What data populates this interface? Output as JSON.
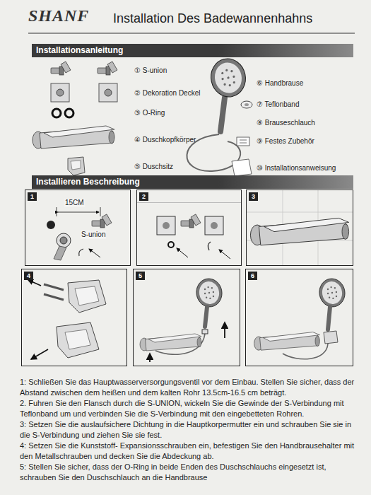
{
  "diagram": {
    "title": "Installation Des Badewannenhahns",
    "nodes": [
      {
        "text": [
          "Installationsanleitung"
        ]
      },
      {
        "text": [
          "Installieren Beschreibung"
        ]
      },
      {
        "text": [
          "1",
          "15CM",
          "S-union"
        ]
      },
      {
        "text": [
          "2"
        ]
      },
      {
        "text": [
          "3"
        ]
      },
      {
        "text": [
          "4"
        ]
      },
      {
        "text": [
          "5"
        ]
      },
      {
        "text": [
          "6"
        ]
      }
    ],
    "labels": [
      "SHANF",
      "① S-union",
      "② Dekoration Deckel",
      "③ O-Ring",
      "④ Duschkopfkörper",
      "⑤ Duschsitz",
      "⑥ Handbrause",
      "⑦ Teflonband",
      "⑧ Brauseschlauch",
      "⑨ Festes Zubehör",
      "⑩ Installationsanweisung",
      "1: Schließen Sie das Hauptwasserversorgungsventil vor dem Einbau. Stellen Sie sicher, dass der Abstand zwischen dem heißen und dem kalten Rohr 13.5cm-16.5 cm beträgt.",
      "2. Fuhren Sie den Flansch durch die S-UNION, wickeln Sie die Gewinde der S-Verbindung mit Teflonband um und verbinden Sie die S-Verbindung mit den eingebetteten Rohren.",
      "3: Setzen Sie die auslaufsichere Dichtung in die Hauptkorpermutter ein und schrauben Sie sie in die S-Verbindung und ziehen Sie sie fest.",
      "4: Setzen Sie die Kunststoff- Expansionsschrauben ein, befestigen Sie den Handbrausehalter mit den Metallschrauben und decken Sie die Abdeckung ab.",
      "5: Stellen Sie sicher, dass der O-Ring in beide Enden des Duschschlauchs eingesetzt ist, schrauben Sie den Duschschlauch an die Handbrause"
    ]
  }
}
